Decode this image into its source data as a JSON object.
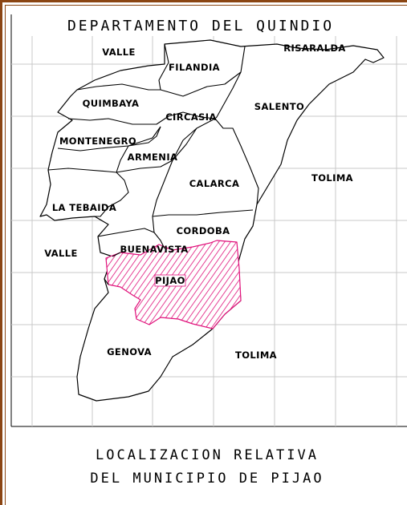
{
  "map": {
    "title": "DEPARTAMENTO DEL QUINDIO",
    "highlight_color": "#e0107a",
    "municipalities": {
      "filandia": "FILANDIA",
      "quimbaya": "QUIMBAYA",
      "circasia": "CIRCASIA",
      "salento": "SALENTO",
      "montenegro": "MONTENEGRO",
      "armenia": "ARMENIA",
      "calarca": "CALARCA",
      "la_tebaida": "LA TEBAIDA",
      "cordoba": "CORDOBA",
      "buenavista": "BUENAVISTA",
      "pijao": "PIJAO",
      "genova": "GENOVA"
    },
    "neighbors": {
      "valle_north": "VALLE",
      "risaralda": "RISARALDA",
      "tolima_east": "TOLIMA",
      "valle_west": "VALLE",
      "tolima_south": "TOLIMA"
    }
  },
  "caption": {
    "line1": "LOCALIZACION RELATIVA",
    "line2": "DEL MUNICIPIO DE PIJAO"
  }
}
